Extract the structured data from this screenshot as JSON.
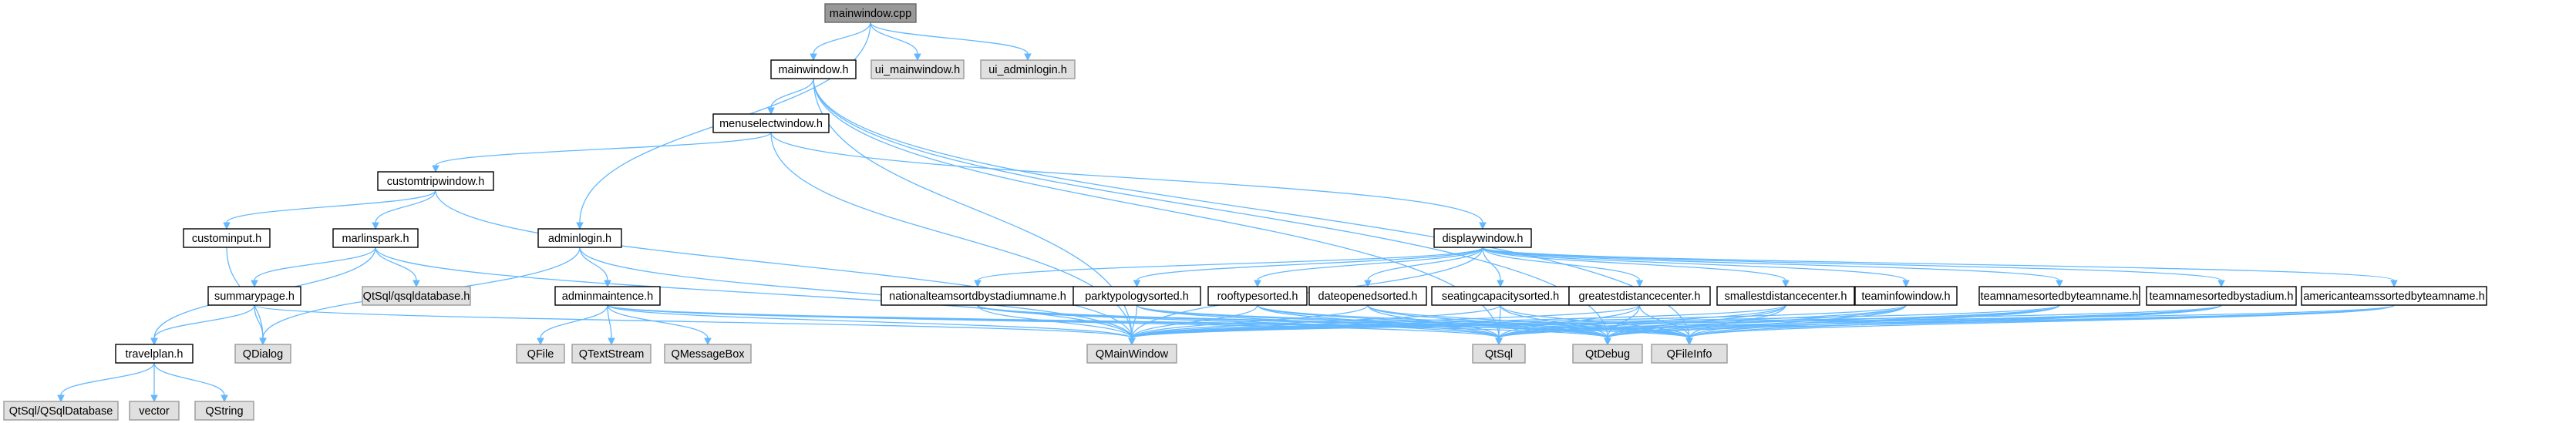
{
  "colors": {
    "edge": "#63b8ff",
    "root_fill": "#999999",
    "external_fill": "#e0e0e0",
    "external_border": "#999999",
    "node_border": "#000000"
  },
  "nodes": [
    {
      "id": "mainwindow_cpp",
      "label": "mainwindow.cpp",
      "kind": "root"
    },
    {
      "id": "mainwindow_h",
      "label": "mainwindow.h",
      "kind": "main"
    },
    {
      "id": "ui_mainwindow_h",
      "label": "ui_mainwindow.h",
      "kind": "ext"
    },
    {
      "id": "ui_adminlogin_h",
      "label": "ui_adminlogin.h",
      "kind": "ext"
    },
    {
      "id": "menuselectwindow_h",
      "label": "menuselectwindow.h",
      "kind": "main"
    },
    {
      "id": "customtripwindow_h",
      "label": "customtripwindow.h",
      "kind": "main"
    },
    {
      "id": "custominput_h",
      "label": "custominput.h",
      "kind": "main"
    },
    {
      "id": "marlinspark_h",
      "label": "marlinspark.h",
      "kind": "main"
    },
    {
      "id": "adminlogin_h",
      "label": "adminlogin.h",
      "kind": "main"
    },
    {
      "id": "displaywindow_h",
      "label": "displaywindow.h",
      "kind": "main"
    },
    {
      "id": "summarypage_h",
      "label": "summarypage.h",
      "kind": "main"
    },
    {
      "id": "qsqldatabase_h",
      "label": "QtSql/qsqldatabase.h",
      "kind": "ext"
    },
    {
      "id": "adminmaintence_h",
      "label": "adminmaintence.h",
      "kind": "main"
    },
    {
      "id": "nationalteams_h",
      "label": "nationalteamsortdbystadiumname.h",
      "kind": "main"
    },
    {
      "id": "parktypology_h",
      "label": "parktypologysorted.h",
      "kind": "main"
    },
    {
      "id": "rooftype_h",
      "label": "rooftypesorted.h",
      "kind": "main"
    },
    {
      "id": "dateopened_h",
      "label": "dateopenedsorted.h",
      "kind": "main"
    },
    {
      "id": "seating_h",
      "label": "seatingcapacitysorted.h",
      "kind": "main"
    },
    {
      "id": "greatest_h",
      "label": "greatestdistancecenter.h",
      "kind": "main"
    },
    {
      "id": "smallest_h",
      "label": "smallestdistancecenter.h",
      "kind": "main"
    },
    {
      "id": "teaminfo_h",
      "label": "teaminfowindow.h",
      "kind": "main"
    },
    {
      "id": "teambyteam_h",
      "label": "teamnamesortedbyteamname.h",
      "kind": "main"
    },
    {
      "id": "teambystadium_h",
      "label": "teamnamesortedbystadium.h",
      "kind": "main"
    },
    {
      "id": "american_h",
      "label": "americanteamssortedbyteamname.h",
      "kind": "main"
    },
    {
      "id": "travelplan_h",
      "label": "travelplan.h",
      "kind": "main"
    },
    {
      "id": "QDialog",
      "label": "QDialog",
      "kind": "ext"
    },
    {
      "id": "QFile",
      "label": "QFile",
      "kind": "ext"
    },
    {
      "id": "QTextStream",
      "label": "QTextStream",
      "kind": "ext"
    },
    {
      "id": "QMessageBox",
      "label": "QMessageBox",
      "kind": "ext"
    },
    {
      "id": "QMainWindow",
      "label": "QMainWindow",
      "kind": "ext"
    },
    {
      "id": "QtSql",
      "label": "QtSql",
      "kind": "ext"
    },
    {
      "id": "QtDebug",
      "label": "QtDebug",
      "kind": "ext"
    },
    {
      "id": "QFileInfo",
      "label": "QFileInfo",
      "kind": "ext"
    },
    {
      "id": "QSqlDatabase",
      "label": "QtSql/QSqlDatabase",
      "kind": "ext"
    },
    {
      "id": "vector",
      "label": "vector",
      "kind": "ext"
    },
    {
      "id": "QString",
      "label": "QString",
      "kind": "ext"
    }
  ],
  "edges": [
    [
      "mainwindow_cpp",
      "mainwindow_h"
    ],
    [
      "mainwindow_cpp",
      "ui_mainwindow_h"
    ],
    [
      "mainwindow_cpp",
      "ui_adminlogin_h"
    ],
    [
      "mainwindow_cpp",
      "adminlogin_h"
    ],
    [
      "mainwindow_h",
      "menuselectwindow_h"
    ],
    [
      "mainwindow_h",
      "QMainWindow"
    ],
    [
      "mainwindow_h",
      "QtSql"
    ],
    [
      "mainwindow_h",
      "QtDebug"
    ],
    [
      "mainwindow_h",
      "QFileInfo"
    ],
    [
      "menuselectwindow_h",
      "customtripwindow_h"
    ],
    [
      "menuselectwindow_h",
      "displaywindow_h"
    ],
    [
      "menuselectwindow_h",
      "QMainWindow"
    ],
    [
      "customtripwindow_h",
      "custominput_h"
    ],
    [
      "customtripwindow_h",
      "marlinspark_h"
    ],
    [
      "customtripwindow_h",
      "QMainWindow"
    ],
    [
      "custominput_h",
      "QDialog"
    ],
    [
      "marlinspark_h",
      "summarypage_h"
    ],
    [
      "marlinspark_h",
      "qsqldatabase_h"
    ],
    [
      "marlinspark_h",
      "travelplan_h"
    ],
    [
      "marlinspark_h",
      "QMainWindow"
    ],
    [
      "summarypage_h",
      "QDialog"
    ],
    [
      "summarypage_h",
      "travelplan_h"
    ],
    [
      "summarypage_h",
      "QMainWindow"
    ],
    [
      "travelplan_h",
      "QSqlDatabase"
    ],
    [
      "travelplan_h",
      "vector"
    ],
    [
      "travelplan_h",
      "QString"
    ],
    [
      "adminlogin_h",
      "adminmaintence_h"
    ],
    [
      "adminlogin_h",
      "QDialog"
    ],
    [
      "adminlogin_h",
      "QMainWindow"
    ],
    [
      "adminmaintence_h",
      "QFile"
    ],
    [
      "adminmaintence_h",
      "QTextStream"
    ],
    [
      "adminmaintence_h",
      "QMessageBox"
    ],
    [
      "adminmaintence_h",
      "QMainWindow"
    ],
    [
      "adminmaintence_h",
      "QtSql"
    ],
    [
      "adminmaintence_h",
      "QtDebug"
    ],
    [
      "adminmaintence_h",
      "QFileInfo"
    ],
    [
      "displaywindow_h",
      "nationalteams_h"
    ],
    [
      "displaywindow_h",
      "parktypology_h"
    ],
    [
      "displaywindow_h",
      "rooftype_h"
    ],
    [
      "displaywindow_h",
      "dateopened_h"
    ],
    [
      "displaywindow_h",
      "seating_h"
    ],
    [
      "displaywindow_h",
      "greatest_h"
    ],
    [
      "displaywindow_h",
      "smallest_h"
    ],
    [
      "displaywindow_h",
      "teaminfo_h"
    ],
    [
      "displaywindow_h",
      "teambyteam_h"
    ],
    [
      "displaywindow_h",
      "teambystadium_h"
    ],
    [
      "displaywindow_h",
      "american_h"
    ],
    [
      "displaywindow_h",
      "QMainWindow"
    ],
    [
      "nationalteams_h",
      "QMainWindow"
    ],
    [
      "nationalteams_h",
      "QtSql"
    ],
    [
      "nationalteams_h",
      "QtDebug"
    ],
    [
      "nationalteams_h",
      "QFileInfo"
    ],
    [
      "parktypology_h",
      "QMainWindow"
    ],
    [
      "parktypology_h",
      "QtSql"
    ],
    [
      "parktypology_h",
      "QtDebug"
    ],
    [
      "parktypology_h",
      "QFileInfo"
    ],
    [
      "rooftype_h",
      "QMainWindow"
    ],
    [
      "rooftype_h",
      "QtSql"
    ],
    [
      "rooftype_h",
      "QtDebug"
    ],
    [
      "rooftype_h",
      "QFileInfo"
    ],
    [
      "dateopened_h",
      "QMainWindow"
    ],
    [
      "dateopened_h",
      "QtSql"
    ],
    [
      "dateopened_h",
      "QtDebug"
    ],
    [
      "dateopened_h",
      "QFileInfo"
    ],
    [
      "seating_h",
      "QMainWindow"
    ],
    [
      "seating_h",
      "QtSql"
    ],
    [
      "seating_h",
      "QtDebug"
    ],
    [
      "seating_h",
      "QFileInfo"
    ],
    [
      "greatest_h",
      "QMainWindow"
    ],
    [
      "greatest_h",
      "QtSql"
    ],
    [
      "greatest_h",
      "QtDebug"
    ],
    [
      "greatest_h",
      "QFileInfo"
    ],
    [
      "smallest_h",
      "QMainWindow"
    ],
    [
      "smallest_h",
      "QtSql"
    ],
    [
      "smallest_h",
      "QtDebug"
    ],
    [
      "smallest_h",
      "QFileInfo"
    ],
    [
      "teaminfo_h",
      "QMainWindow"
    ],
    [
      "teaminfo_h",
      "QtSql"
    ],
    [
      "teaminfo_h",
      "QtDebug"
    ],
    [
      "teaminfo_h",
      "QFileInfo"
    ],
    [
      "teambyteam_h",
      "QMainWindow"
    ],
    [
      "teambyteam_h",
      "QtSql"
    ],
    [
      "teambyteam_h",
      "QtDebug"
    ],
    [
      "teambyteam_h",
      "QFileInfo"
    ],
    [
      "teambystadium_h",
      "QMainWindow"
    ],
    [
      "teambystadium_h",
      "QtSql"
    ],
    [
      "teambystadium_h",
      "QtDebug"
    ],
    [
      "teambystadium_h",
      "QFileInfo"
    ],
    [
      "american_h",
      "QMainWindow"
    ],
    [
      "american_h",
      "QtSql"
    ],
    [
      "american_h",
      "QtDebug"
    ],
    [
      "american_h",
      "QFileInfo"
    ]
  ]
}
